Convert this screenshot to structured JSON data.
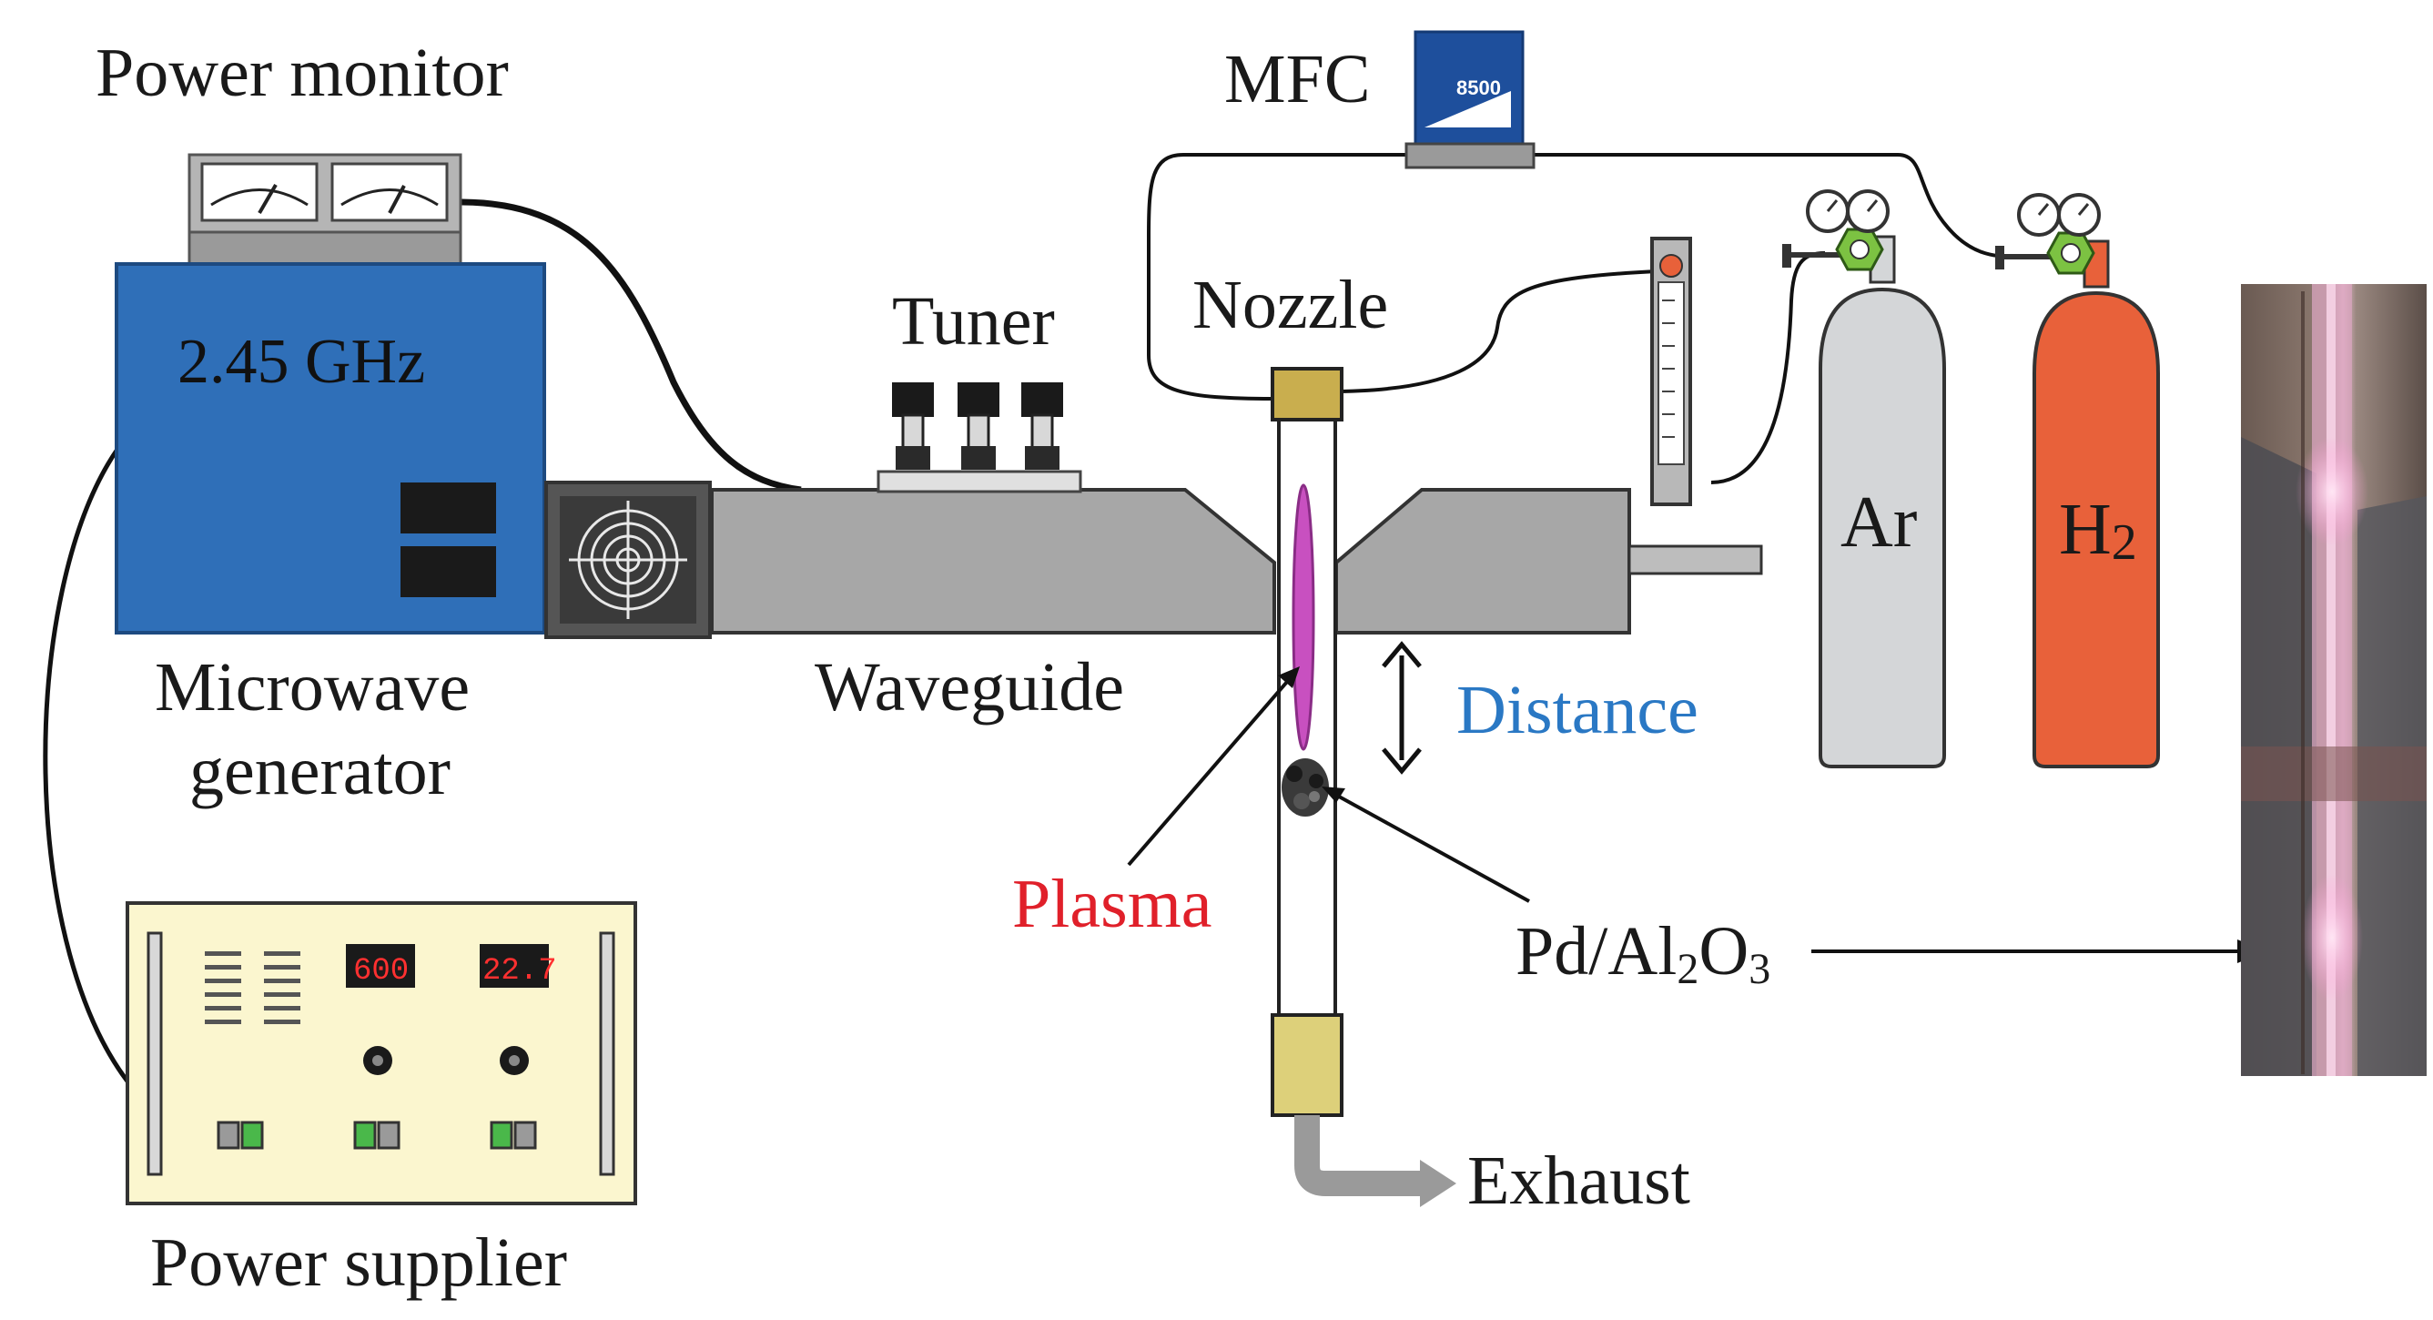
{
  "labels": {
    "power_monitor": "Power monitor",
    "frequency": "2.45 GHz",
    "microwave_line1": "Microwave",
    "microwave_line2": "generator",
    "tuner": "Tuner",
    "waveguide": "Waveguide",
    "mfc": "MFC",
    "mfc_display": "8500",
    "nozzle": "Nozzle",
    "distance": "Distance",
    "plasma": "Plasma",
    "catalyst": "Pd/Al",
    "catalyst_sub1": "2",
    "catalyst_o": "O",
    "catalyst_sub2": "3",
    "exhaust": "Exhaust",
    "argon": "Ar",
    "hydrogen": "H",
    "hydrogen_sub": "2",
    "power_supplier": "Power supplier",
    "display_power": "600",
    "display_value": "22.7"
  },
  "colors": {
    "generator_blue": "#2f6fb8",
    "monitor_grey": "#b5b5b5",
    "waveguide_grey": "#a7a7a7",
    "argon_cylinder": "#d4d6d8",
    "hydrogen_cylinder": "#e8613a",
    "regulator_green": "#7cc242",
    "plasma_magenta": "#c850c0",
    "distance_blue": "#2a78c4",
    "plasma_label_red": "#e0202a",
    "supplier_panel": "#fbf6cf",
    "display_red": "#ff3030"
  }
}
